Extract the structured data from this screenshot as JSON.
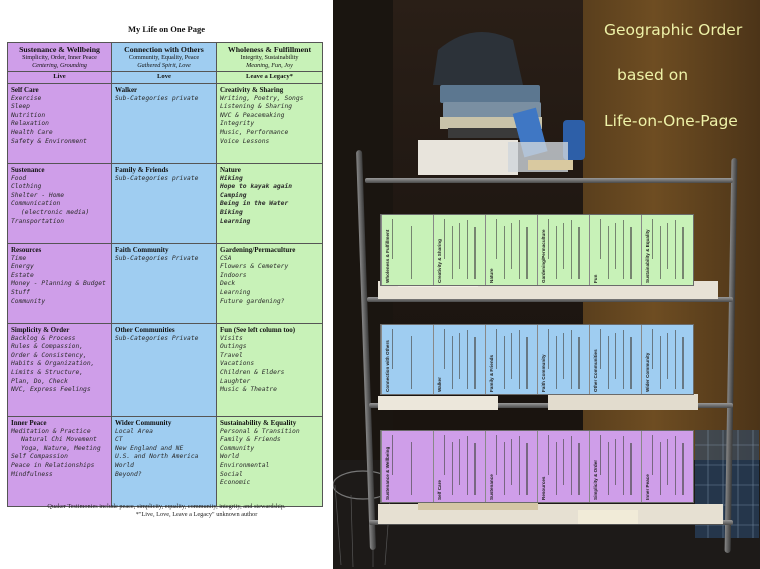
{
  "document": {
    "title": "My Life on One Page",
    "columns": [
      {
        "title": "Sustenance & Wellbeing",
        "subtitle": "Simplicity, Order, Inner Peace",
        "subtitle2": "Centering, Grounding",
        "band": "Live",
        "color": "#cf9ee9"
      },
      {
        "title": "Connection with Others",
        "subtitle": "Community, Equality, Peace",
        "subtitle2": "Gathered Spirit, Love",
        "band": "Love",
        "color": "#9fcdf1"
      },
      {
        "title": "Wholeness & Fulfillment",
        "subtitle": "Integrity, Sustainability",
        "subtitle2": "Meaning, Fun, Joy",
        "band": "Leave a Legacy*",
        "color": "#c8f2b8"
      }
    ],
    "rows": [
      [
        {
          "title": "Self Care",
          "items": [
            "Exercise",
            "Sleep",
            "Nutrition",
            "Relaxation",
            "Health Care",
            "Safety & Environment"
          ]
        },
        {
          "title": "Walker",
          "items": [
            "Sub-Categories private"
          ]
        },
        {
          "title": "Creativity & Sharing",
          "items": [
            "Writing, Poetry, Songs",
            "Listening & Sharing",
            "NVC & Peacemaking",
            "Integrity",
            "Music, Performance",
            "Voice Lessons"
          ]
        }
      ],
      [
        {
          "title": "Sustenance",
          "items": [
            "Food",
            "Clothing",
            "Shelter - Home",
            "Communication",
            "(electronic media)",
            "Transportation"
          ]
        },
        {
          "title": "Family & Friends",
          "items": [
            "Sub-Categories private"
          ]
        },
        {
          "title": "Nature",
          "items": [
            "Hiking",
            "Hope to kayak again",
            "Camping",
            "Being in the Water",
            "Biking",
            "Learning"
          ]
        }
      ],
      [
        {
          "title": "Resources",
          "items": [
            "Time",
            "Energy",
            "Estate",
            "Money - Planning & Budget",
            "Stuff",
            "Community"
          ]
        },
        {
          "title": "Faith Community",
          "items": [
            "Sub-Categories Private"
          ]
        },
        {
          "title": "Gardening/Permaculture",
          "items": [
            "CSA",
            "Flowers & Cemetery",
            "Indoors",
            "Deck",
            "Learning",
            "Future gardening?"
          ]
        }
      ],
      [
        {
          "title": "Simplicity & Order",
          "items": [
            "Backlog & Process",
            "Rules & Compassion,",
            "Order & Consistency,",
            "Habits & Organization,",
            "Limits & Structure,",
            "Plan, Do, Check",
            "NVC, Express Feelings"
          ]
        },
        {
          "title": "Other Communities",
          "items": [
            "Sub-Categories Private"
          ]
        },
        {
          "title": "Fun (See left column too)",
          "items": [
            "Visits",
            "Outings",
            "Travel",
            "Vacations",
            "Children & Elders",
            "Laughter",
            "Music & Theatre"
          ]
        }
      ],
      [
        {
          "title": "Inner Peace",
          "items": [
            "Meditation & Practice",
            "Natural Chi Movement",
            "Yoga, Nature, Meeting",
            "Self Compassion",
            "Peace in Relationships",
            "Mindfulness"
          ]
        },
        {
          "title": "Wider Community",
          "items": [
            "Local Area",
            "CT",
            "New England and NE",
            "U.S. and North America",
            "World",
            "Beyond?"
          ]
        },
        {
          "title": "Sustainability & Equality",
          "items": [
            "Personal & Transition",
            "Family & Friends",
            "Community",
            "World",
            "Environmental",
            "Social",
            "Economic"
          ]
        }
      ]
    ],
    "footnote_line1": "Quaker Testimonies include peace, simplicity, equality, community, integrity, and stewardship.",
    "footnote_line2": "*\"Live, Love, Leave a Legacy\"  unknown author"
  },
  "photo": {
    "caption_line1": "Geographic Order",
    "caption_line2": "based on",
    "caption_line3": "Life-on-One-Page",
    "caption_color": "#eef2a8",
    "strip_colors": {
      "top": "#c8f2b8",
      "middle": "#9fcdf1",
      "bottom": "#cf9ee9"
    },
    "strip_top_labels": [
      "Wholeness & Fulfillment",
      "Creativity & Sharing",
      "Nature",
      "Gardening/Permaculture",
      "Fun",
      "Sustainability & Equality"
    ],
    "strip_middle_labels": [
      "Connection with Others",
      "Walker",
      "Family & Friends",
      "Faith Community",
      "Other Communities",
      "Wider Community"
    ],
    "strip_bottom_labels": [
      "Sustenance & Wellbeing",
      "Self Care",
      "Sustenance",
      "Resources",
      "Simplicity & Order",
      "Inner Peace"
    ]
  }
}
